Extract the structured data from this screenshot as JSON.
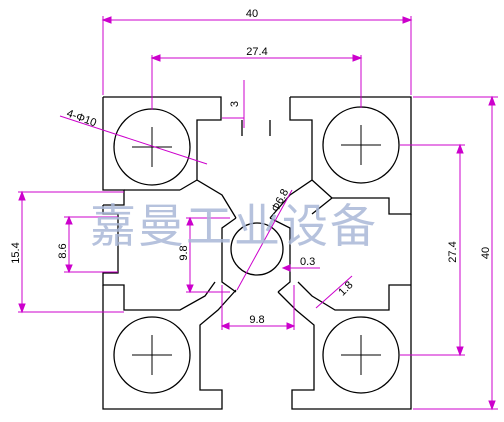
{
  "drawing": {
    "title": "",
    "dimensions": {
      "overall_width": "40",
      "overall_height": "40",
      "hole_spacing_horizontal": "27.4",
      "hole_spacing_vertical": "27.4",
      "slot_opening": "3",
      "slot_width_bottom": "9.8",
      "slot_height_left": "9.8",
      "slot_depth": "15.4",
      "slot_inner": "8.6",
      "center_bore": "Φ6.8",
      "corner_holes": "4-Φ10",
      "wall_gap": "0.3",
      "web_thickness": "1.8"
    },
    "watermark": "嘉曼工业设备",
    "colors": {
      "profile_outline": "#000000",
      "dimension_lines": "#cc00cc",
      "watermark": "#aab8d8",
      "background": "#ffffff"
    }
  }
}
